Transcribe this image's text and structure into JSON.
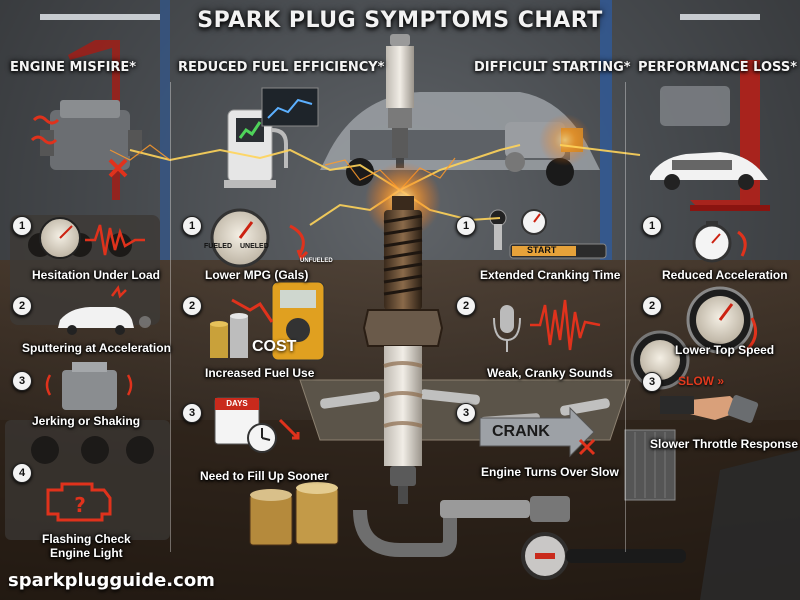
{
  "title": "SPARK PLUG SYMPTOMS CHART",
  "sections": [
    {
      "header": "ENGINE MISFIRE*",
      "items": [
        {
          "num": "1",
          "label": "Hesitation Under Load"
        },
        {
          "num": "2",
          "label": "Sputtering at Acceleration"
        },
        {
          "num": "3",
          "label": "Jerking or Shaking"
        },
        {
          "num": "4",
          "label": "Flashing Check\nEngine Light"
        }
      ]
    },
    {
      "header": "REDUCED FUEL EFFICIENCY*",
      "items": [
        {
          "num": "1",
          "label": "Lower MPG (Gals)"
        },
        {
          "num": "2",
          "label": "Increased Fuel Use"
        },
        {
          "num": "3",
          "label": "Need to Fill Up Sooner"
        }
      ]
    },
    {
      "header": "DIFFICULT STARTING*",
      "items": [
        {
          "num": "1",
          "label": "Extended Cranking Time"
        },
        {
          "num": "2",
          "label": "Weak, Cranky Sounds"
        },
        {
          "num": "3",
          "label": "Engine Turns Over Slow"
        }
      ]
    },
    {
      "header": "PERFORMANCE LOSS*",
      "items": [
        {
          "num": "1",
          "label": "Reduced Acceleration"
        },
        {
          "num": "2",
          "label": "Lower Top Speed"
        },
        {
          "num": "3",
          "label": "Slower Throttle Response"
        }
      ]
    }
  ],
  "badges": {
    "cost": "COST",
    "days": "DAYS",
    "start": "START",
    "crank": "CRANK",
    "slow": "SLOW »",
    "fueled": "FUELED",
    "uneled": "UNELED",
    "unfueled": "UNFUELED"
  },
  "footer": "sparkplugguide.com",
  "colors": {
    "accent_red": "#d9261c",
    "accent_orange": "#f08a24",
    "spark_yellow": "#ffd45a"
  }
}
